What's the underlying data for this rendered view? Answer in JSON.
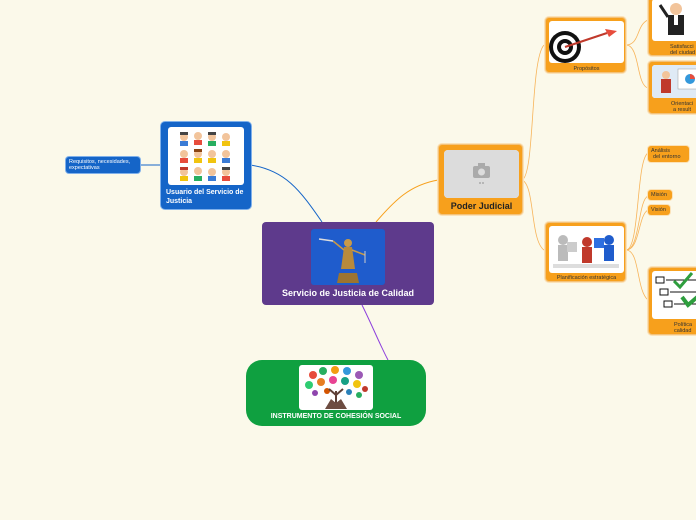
{
  "central": {
    "title": "Servicio de Justicia de Calidad"
  },
  "usuario": {
    "title": "Usuario del Servicio de Justicia"
  },
  "requisitos": {
    "text": "Requisitos, necesidades, expectativas"
  },
  "poder": {
    "title": "Poder Judicial"
  },
  "instrumento": {
    "title": "INSTRUMENTO DE COHESIÓN SOCIAL"
  },
  "propositos": {
    "label": "Propósitos"
  },
  "planificacion": {
    "label": "Planificación estratégica"
  },
  "satisfaccion": {
    "label_line1": "Satisfacci",
    "label_line2": "del ciudad"
  },
  "orientacion": {
    "label_line1": "Orientaci",
    "label_line2": "a result"
  },
  "analisis": {
    "label_line1": "Análisis",
    "label_line2": "del entorno"
  },
  "mision": {
    "label": "Misión"
  },
  "vision": {
    "label": "Visión"
  },
  "politica": {
    "label_line1": "Política",
    "label_line2": "calidad"
  },
  "colors": {
    "background": "#fbf9ea",
    "orange": "#f7a01c",
    "blue": "#1565c8",
    "purple": "#5e3a8c",
    "green": "#0fa040"
  }
}
